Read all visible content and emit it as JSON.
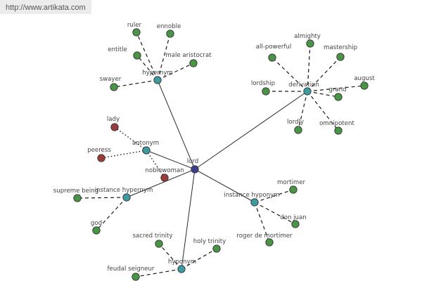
{
  "header": {
    "url": "http://www.artikata.com"
  },
  "graph": {
    "center": {
      "label": "lord",
      "color": "#3d3d8f"
    },
    "colors": {
      "relation": "#3f9a9f",
      "leaf_green": "#4a9446",
      "leaf_red": "#9a3c3c"
    },
    "relations": [
      {
        "id": "hypernym",
        "label": "hypernym",
        "leaf_color": "green",
        "leaves": [
          "ruler",
          "ennoble",
          "entitle",
          "male aristocrat",
          "swayer"
        ]
      },
      {
        "id": "derivation",
        "label": "derivation",
        "leaf_color": "green",
        "leaves": [
          "all-powerful",
          "almighty",
          "mastership",
          "august",
          "lordship",
          "grand",
          "lordly",
          "omnipotent"
        ]
      },
      {
        "id": "antonym",
        "label": "antonym",
        "leaf_color": "red",
        "leaves": [
          "lady",
          "peeress",
          "noblewoman"
        ]
      },
      {
        "id": "instance-hypernym",
        "label": "instance hypernym",
        "leaf_color": "green",
        "leaves": [
          "supreme being",
          "god"
        ]
      },
      {
        "id": "instance-hyponym",
        "label": "instance hyponym",
        "leaf_color": "green",
        "leaves": [
          "mortimer",
          "don juan",
          "roger de mortimer"
        ]
      },
      {
        "id": "hyponym",
        "label": "hyponym",
        "leaf_color": "green",
        "leaves": [
          "sacred trinity",
          "holy trinity",
          "feudal seigneur"
        ]
      }
    ]
  }
}
